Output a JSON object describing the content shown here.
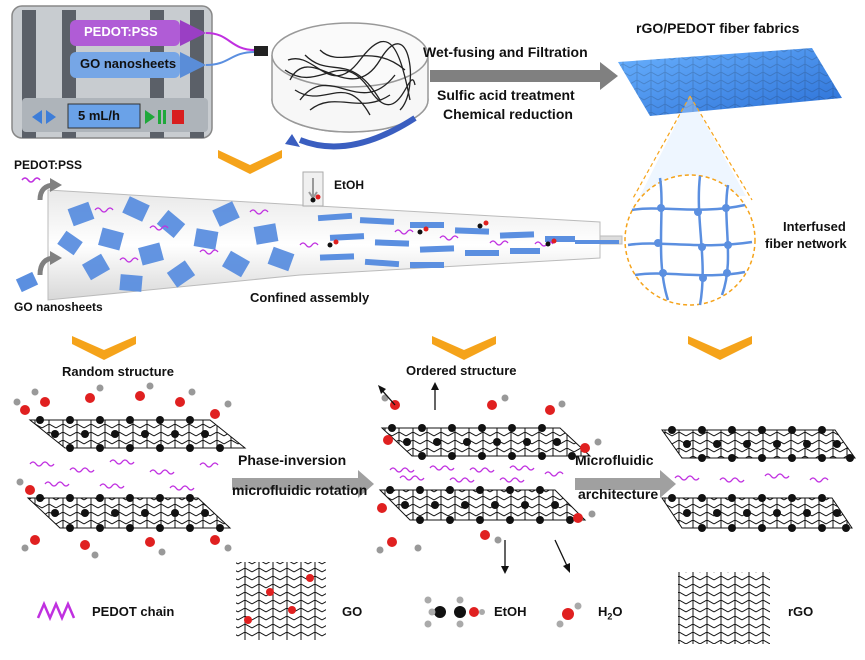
{
  "pump": {
    "syringe_top": "PEDOT:PSS",
    "syringe_bottom": "GO nanosheets",
    "rate": "5 mL/h"
  },
  "process": {
    "step1": "Wet-fusing and Filtration",
    "step2_line1": "Sulfic acid treatment",
    "step2_line2": "Chemical reduction",
    "product": "rGO/PEDOT fiber fabrics"
  },
  "channel": {
    "input_top": "PEDOT:PSS",
    "input_bottom": "GO nanosheets",
    "solvent": "EtOH",
    "caption": "Confined assembly"
  },
  "network": {
    "label_line1": "Interfused",
    "label_line2": "fiber network"
  },
  "stages": {
    "random": "Random structure",
    "ordered": "Ordered structure",
    "arrow1_line1": "Phase-inversion",
    "arrow1_line2": "microfluidic rotation",
    "arrow2_line1": "Microfluidic",
    "arrow2_line2": "architecture"
  },
  "legend": {
    "pedot": "PEDOT chain",
    "go": "GO",
    "etoh": "EtOH",
    "h2o_main": "H",
    "h2o_sub": "2",
    "h2o_tail": "O",
    "rgo": "rGO"
  },
  "colors": {
    "pedot": "#c030e0",
    "nanosheet": "#5b8fe0",
    "arrow_orange": "#f5a31a",
    "arrow_gray": "#808080",
    "oxygen": "#e02020",
    "carbon": "#111111",
    "fabric": "#4a90e8"
  },
  "icons": [
    "play-icon",
    "pause-icon",
    "stop-icon",
    "left-arrow-icon",
    "right-arrow-icon"
  ]
}
